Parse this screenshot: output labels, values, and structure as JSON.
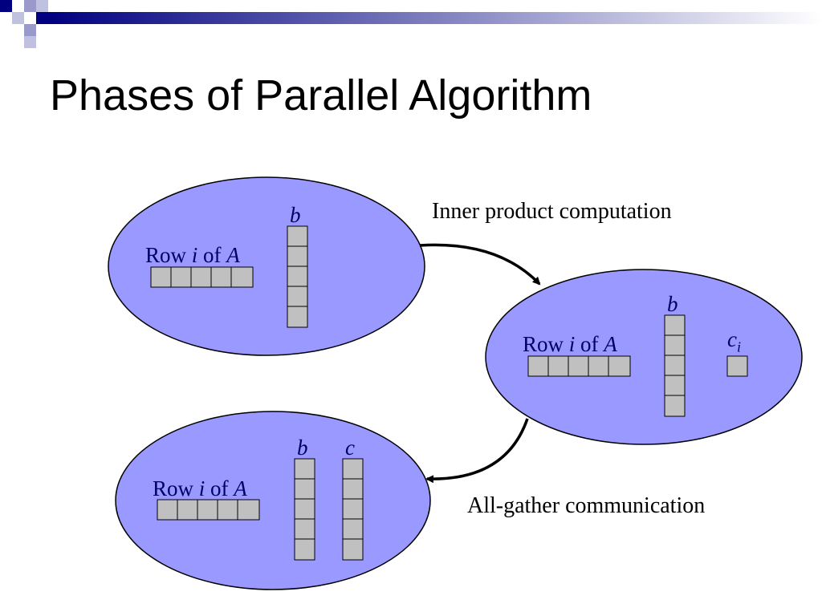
{
  "slide": {
    "title": "Phases of Parallel Algorithm"
  },
  "colors": {
    "ellipse_fill": "#9999ff",
    "cell_fill": "#c0c0c0",
    "label_color": "#000066",
    "accent_navy": "#000080"
  },
  "phase1": {
    "row_word": "Row",
    "i": "i",
    "of": "of",
    "A": "A",
    "b": "b"
  },
  "phase2": {
    "row_word": "Row",
    "i": "i",
    "of": "of",
    "A": "A",
    "b": "b",
    "c": "c",
    "c_sub": "i"
  },
  "phase3": {
    "row_word": "Row",
    "i": "i",
    "of": "of",
    "A": "A",
    "b": "b",
    "c": "c"
  },
  "captions": {
    "inner_product": "Inner product computation",
    "all_gather": "All-gather communication"
  }
}
